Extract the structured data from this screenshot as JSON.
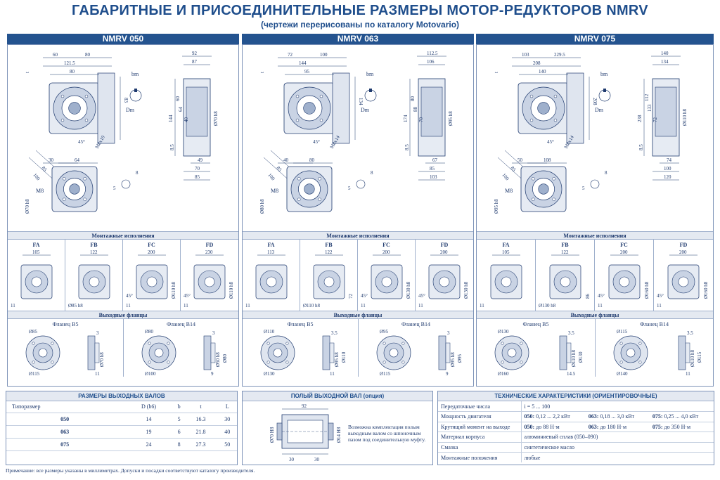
{
  "title": "ГАБАРИТНЫЕ И ПРИСОЕДИНИТЕЛЬНЫЕ РАЗМЕРЫ МОТОР-РЕДУКТОРОВ NMRV",
  "subtitle": "(чертежи перерисованы по каталогу Motovario)",
  "section_labels": {
    "mounting": "Монтажные исполнения",
    "flanges": "Выходные фланцы",
    "flange_b5": "Фланец B5",
    "flange_b14": "Фланец B14",
    "bm": "bm",
    "dm": "Dm",
    "t1": "t",
    "m8": "M8",
    "angle45": "45°"
  },
  "models": [
    {
      "name": "NMRV 050",
      "main": {
        "top_a": "60",
        "top_b": "80",
        "w1": "121.5",
        "w2": "80",
        "h1": "83",
        "diag1": "85",
        "diag2": "100",
        "thread": "M8x10"
      },
      "side": {
        "top1": "92",
        "top2": "87",
        "h1": "144",
        "h2": "60",
        "h3": "64",
        "h4": "40",
        "dia": "Ø70 h8",
        "b1": "49",
        "b2": "70",
        "b3": "85",
        "s": "8.5"
      },
      "bottom": {
        "w1": "30",
        "w2": "64",
        "dia": "Ø70 h8",
        "k": "8",
        "h": "5"
      },
      "mounting": [
        {
          "label": "FA",
          "d1": "105",
          "d2": "11"
        },
        {
          "label": "FB",
          "d1": "122",
          "d2": "Ø85 h8"
        },
        {
          "label": "FC",
          "d1": "200",
          "d2": "11",
          "d3": "Ø110 h8"
        },
        {
          "label": "FD",
          "d1": "230",
          "d2": "11",
          "d3": "Ø110 h8"
        }
      ],
      "b5": {
        "outer": "Ø85",
        "inner": "Ø115",
        "k": "3",
        "side": "Ø70 h8",
        "w": "11"
      },
      "b14": {
        "outer": "Ø80",
        "inner": "Ø100",
        "k": "3",
        "side1": "Ø50 h8",
        "side2": "Ø80",
        "w": "9"
      }
    },
    {
      "name": "NMRV 063",
      "main": {
        "top_a": "72",
        "top_b": "100",
        "w1": "144",
        "w2": "95",
        "h1": "134",
        "diag1": "85",
        "diag2": "100",
        "thread": "M8x14"
      },
      "side": {
        "top1": "112.5",
        "top2": "106",
        "h1": "174",
        "h2": "80",
        "h3": "88",
        "h4": "70",
        "dia": "Ø95 h8",
        "b1": "67",
        "b2": "85",
        "b3": "103",
        "s": "8.5"
      },
      "bottom": {
        "w1": "40",
        "w2": "80",
        "dia": "Ø80 h8",
        "k": "8",
        "h": "5"
      },
      "mounting": [
        {
          "label": "FA",
          "d1": "113",
          "d2": "11"
        },
        {
          "label": "FB",
          "d1": "122",
          "d2": "Ø110 h8",
          "d3": "72"
        },
        {
          "label": "FC",
          "d1": "200",
          "d2": "11",
          "d3": "Ø130 h8"
        },
        {
          "label": "FD",
          "d1": "200",
          "d2": "11",
          "d3": "Ø130 h8"
        }
      ],
      "b5": {
        "outer": "Ø110",
        "inner": "Ø130",
        "k": "3.5",
        "side1": "Ø95 h8",
        "side2": "Ø110",
        "w": "11"
      },
      "b14": {
        "outer": "Ø95",
        "inner": "Ø115",
        "k": "3",
        "side1": "Ø95 h8",
        "side2": "Ø95",
        "w": "9"
      }
    },
    {
      "name": "NMRV 075",
      "main": {
        "top_a": "103",
        "top_b": "229.5",
        "w1": "208",
        "w2": "140",
        "h1": "208",
        "diag1": "85",
        "diag2": "100",
        "thread": "M8x14"
      },
      "side": {
        "top1": "140",
        "top2": "134",
        "h1": "238",
        "h2": "112",
        "h3": "133",
        "h4": "72",
        "dia": "Ø110 h8",
        "b1": "74",
        "b2": "100",
        "b3": "120",
        "s": "8.5"
      },
      "bottom": {
        "w1": "50",
        "w2": "108",
        "dia": "Ø95 h8",
        "k": "8",
        "h": "5"
      },
      "mounting": [
        {
          "label": "FA",
          "d1": "105",
          "d2": "11"
        },
        {
          "label": "FB",
          "d1": "122",
          "d2": "Ø130 h8",
          "d3": "86"
        },
        {
          "label": "FC",
          "d1": "200",
          "d2": "11",
          "d3": "Ø160 h8"
        },
        {
          "label": "FD",
          "d1": "200",
          "d2": "11",
          "d3": "Ø160 h8"
        }
      ],
      "b5": {
        "outer": "Ø130",
        "inner": "Ø160",
        "k": "3.5",
        "side1": "Ø110 h8",
        "side2": "Ø130",
        "w": "14.5"
      },
      "b14": {
        "outer": "Ø115",
        "inner": "Ø140",
        "k": "3.5",
        "side1": "Ø110 h8",
        "side2": "Ø115",
        "w": "11"
      }
    }
  ],
  "shaft_table": {
    "title": "РАЗМЕРЫ ВЫХОДНЫХ ВАЛОВ",
    "headers": [
      "Типоразмер",
      "D (h6)",
      "b",
      "t",
      "L"
    ],
    "rows": [
      [
        "050",
        "14",
        "5",
        "16.3",
        "30"
      ],
      [
        "063",
        "19",
        "6",
        "21.8",
        "40"
      ],
      [
        "075",
        "24",
        "8",
        "27.3",
        "50"
      ]
    ]
  },
  "hollow": {
    "title": "ПОЛЫЙ ВЫХОДНОЙ ВАЛ (опция)",
    "dim_top": "92",
    "dim_left": "Ø70 H8",
    "dim_right": "Ø14 H8",
    "dim_b1": "30",
    "dim_b2": "30",
    "text": "Возможна комплектация полым выходным валом со шпоночным пазом под соединительную муфту."
  },
  "tech": {
    "title": "ТЕХНИЧЕСКИЕ ХАРАКТЕРИСТИКИ (ОРИЕНТИРОВОЧНЫЕ)",
    "rows": [
      {
        "label": "Передаточные числа",
        "v1": "i = 5 ... 100"
      },
      {
        "label": "Мощность двигателя",
        "k1": "050:",
        "v1": "0,12 ... 2,2 кВт",
        "k2": "063:",
        "v2": "0,18 ... 3,0 кВт",
        "k3": "075:",
        "v3": "0,25 ... 4,0 кВт"
      },
      {
        "label": "Крутящий момент на выходе",
        "k1": "050:",
        "v1": "до 88 Н·м",
        "k2": "063:",
        "v2": "до 180 Н·м",
        "k3": "075:",
        "v3": "до 350 Н·м"
      },
      {
        "label": "Материал корпуса",
        "v1": "алюминиевый сплав (050–090)"
      },
      {
        "label": "Смазка",
        "v1": "синтетическое масло"
      },
      {
        "label": "Монтажные положения",
        "v1": "любые"
      }
    ]
  },
  "footnote": "Примечание: все размеры указаны в миллиметрах. Допуски и посадки соответствуют каталогу производителя."
}
